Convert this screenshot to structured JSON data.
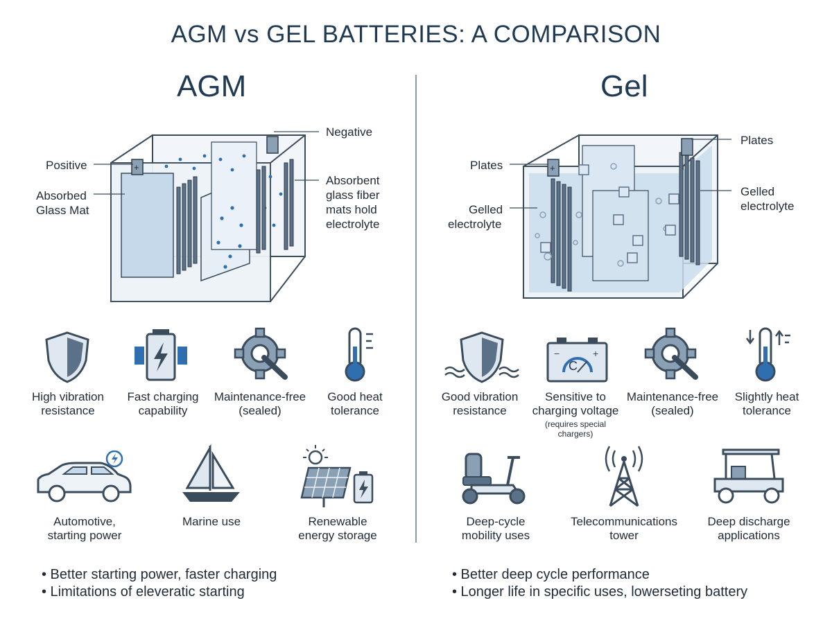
{
  "title": "AGM vs GEL BATTERIES: A COMPARISON",
  "agm": {
    "heading": "AGM",
    "callouts": {
      "negative": "Negative",
      "positive": "Positive",
      "mat_line1": "Absorbed",
      "mat_line2": "Glass Mat",
      "fiber_line1": "Absorbent",
      "fiber_line2": "glass fiber",
      "fiber_line3": "mats hold",
      "fiber_line4": "electrolyte"
    },
    "features": [
      {
        "line1": "High vibration",
        "line2": "resistance",
        "icon": "shield-icon"
      },
      {
        "line1": "Fast charging",
        "line2": "capability",
        "icon": "battery-charge-icon"
      },
      {
        "line1": "Maintenance-free",
        "line2": "(sealed)",
        "icon": "gear-wrench-icon"
      },
      {
        "line1": "Good heat",
        "line2": "tolerance",
        "icon": "thermometer-icon"
      }
    ],
    "uses": [
      {
        "line1": "Automotive,",
        "line2": "starting power",
        "icon": "car-icon"
      },
      {
        "line1": "Marine use",
        "line2": "",
        "icon": "sailboat-icon"
      },
      {
        "line1": "Renewable",
        "line2": "energy storage",
        "icon": "solar-panel-icon"
      }
    ],
    "bullets": [
      "• Better starting power, faster charging",
      "• Limitations of eleveratic starting"
    ]
  },
  "gel": {
    "heading": "Gel",
    "callouts": {
      "plates_top": "Plates",
      "plates_left": "Plates",
      "gelled_left_line1": "Gelled",
      "gelled_left_line2": "electrolyte",
      "gelled_right_line1": "Gelled",
      "gelled_right_line2": "electrolyte"
    },
    "features": [
      {
        "line1": "Good vibration",
        "line2": "resistance",
        "icon": "shield-icon"
      },
      {
        "line1": "Sensitive to",
        "line2": "charging voltage",
        "note_line1": "(requires special",
        "note_line2": "chargers)",
        "icon": "battery-voltage-icon"
      },
      {
        "line1": "Maintenance-free",
        "line2": "(sealed)",
        "icon": "gear-wrench-icon"
      },
      {
        "line1": "Slightly heat",
        "line2": "tolerance",
        "icon": "thermometer-icon"
      }
    ],
    "uses": [
      {
        "line1": "Deep-cycle",
        "line2": "mobility uses",
        "icon": "mobility-scooter-icon"
      },
      {
        "line1": "Telecommunications",
        "line2": "tower",
        "icon": "tower-icon"
      },
      {
        "line1": "Deep discharge",
        "line2": "applications",
        "icon": "golf-cart-icon"
      }
    ],
    "bullets": [
      "• Better deep cycle performance",
      "• Longer life in specific uses, lowerseting battery"
    ]
  },
  "battery_symbol": "C",
  "colors": {
    "primary": "#1f3a52",
    "accent": "#2f6fb0",
    "outline": "#3a4b5c",
    "panel_fill": "#dbe7f2",
    "gel_fill": "#c9dcec"
  }
}
